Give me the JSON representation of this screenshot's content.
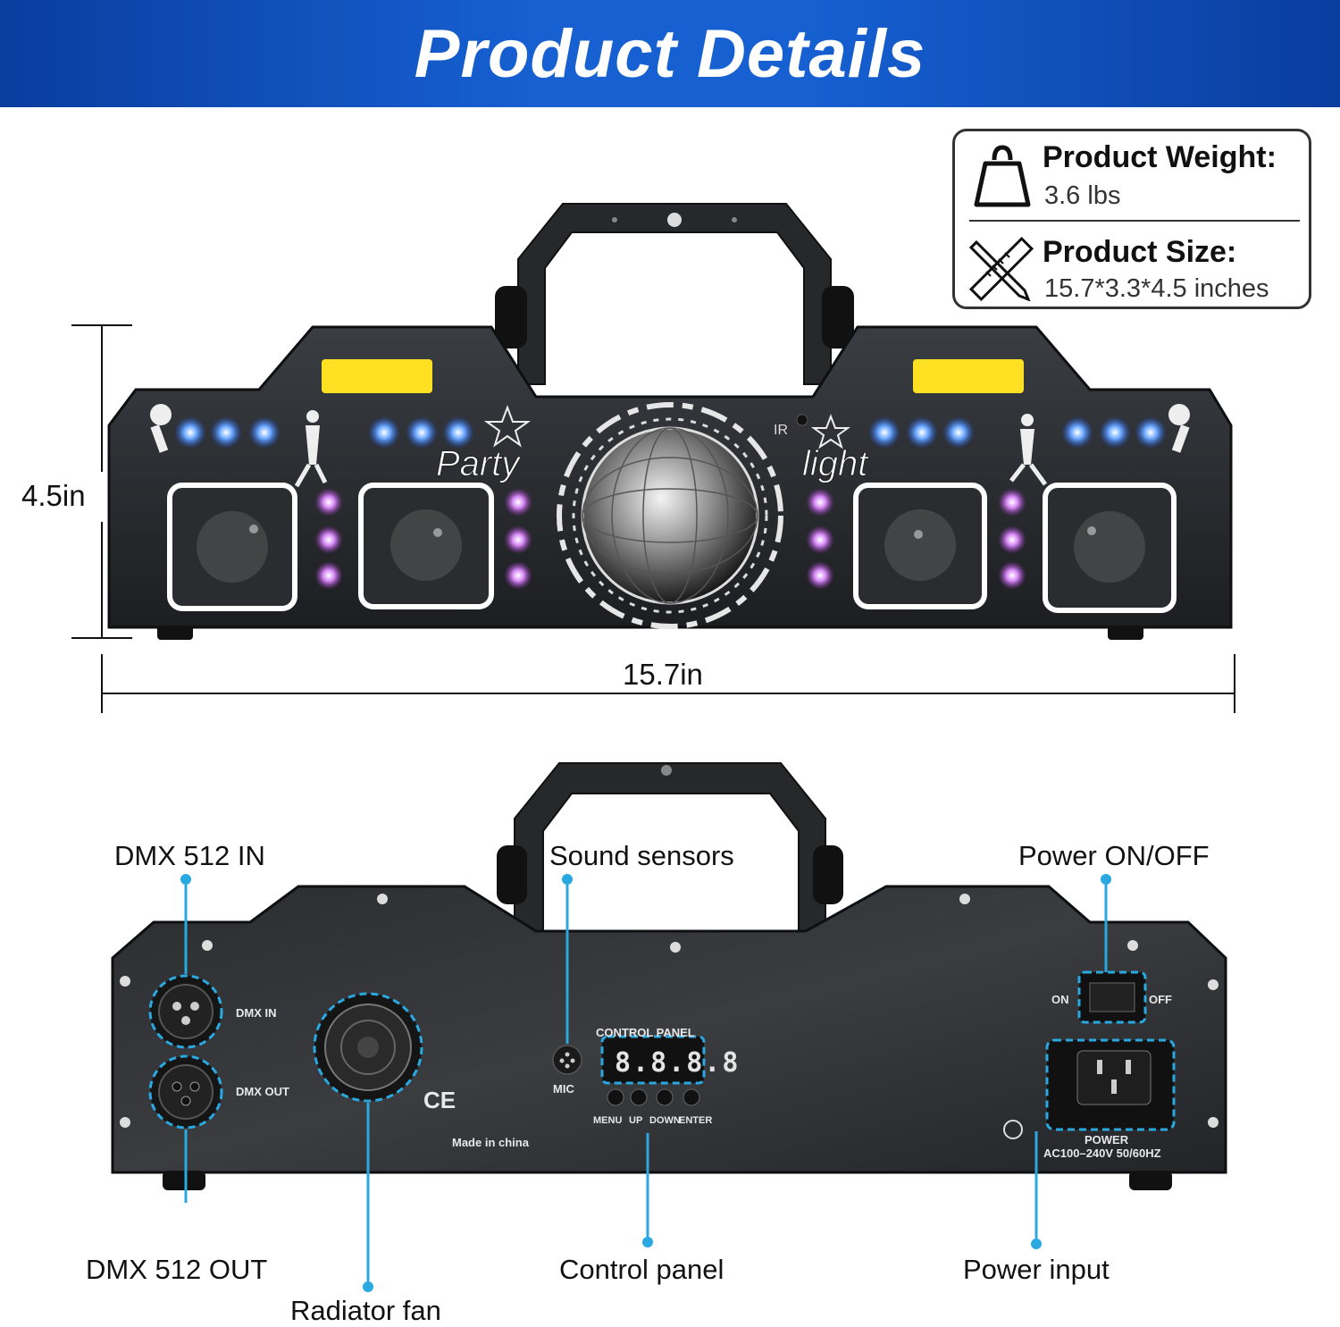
{
  "banner": {
    "title": "Product Details"
  },
  "specs": {
    "weight_title": "Product Weight:",
    "weight_value": "3.6 lbs",
    "size_title": "Product Size:",
    "size_value": "15.7*3.3*4.5 inches",
    "weight_icon": "weight-icon",
    "size_icon": "ruler-pencil-icon"
  },
  "dimensions": {
    "height": "4.5in",
    "width": "15.7in"
  },
  "front": {
    "party_text": "Party",
    "light_text": "light",
    "ir_text": "IR"
  },
  "back": {
    "labels": {
      "dmx_in": "DMX 512 IN",
      "dmx_out": "DMX 512 OUT",
      "sound": "Sound sensors",
      "power_switch": "Power ON/OFF",
      "fan": "Radiator fan",
      "control": "Control panel",
      "power_input": "Power input"
    },
    "panel": {
      "dmx_in": "DMX IN",
      "dmx_out": "DMX OUT",
      "mic": "MIC",
      "control_panel": "CONTROL PANEL",
      "display": "8.8.8.8",
      "buttons": [
        "MENU",
        "UP",
        "DOWN",
        "ENTER"
      ],
      "on": "ON",
      "off": "OFF",
      "ce": "CE",
      "made_in": "Made in china",
      "power": "POWER",
      "power_spec": "AC100–240V 50/60HZ"
    }
  },
  "colors": {
    "banner": "#1660d2",
    "callout": "#2aa8e0",
    "led_blue": "#3a8dff",
    "led_purple": "#c25cf0",
    "strobe": "#ffe022"
  }
}
